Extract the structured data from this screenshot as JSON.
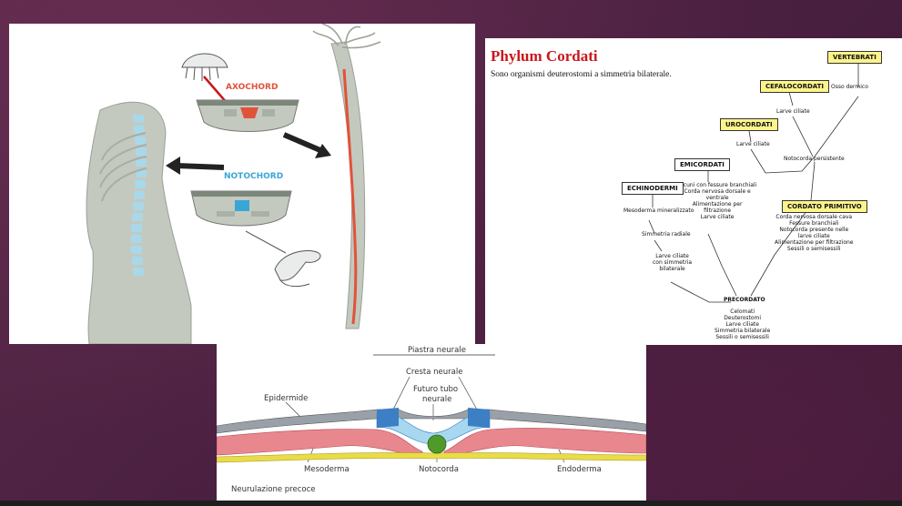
{
  "chord_panel": {
    "axochord_label": "AXOCHORD",
    "notochord_label": "NOTOCHORD",
    "colors": {
      "axochord": "#e0533a",
      "notochord": "#3aa6d6",
      "tissue": "#c3c9bf",
      "spine": "#a9d8ea"
    }
  },
  "phylum": {
    "title": "Phylum Cordati",
    "subtitle": "Sono organismi deuterostomi a simmetria bilaterale.",
    "nodes": {
      "vertebrati": "VERTEBRATI",
      "osso_dermico": "Osso dermico",
      "cefalocordati": "CEFALOCORDATI",
      "larve_ciliate_1": "Larve ciliate",
      "urocordati": "UROCORDATI",
      "larve_ciliate_2": "Larve ciliate",
      "notocorda_persistente": "Notocorda persistente",
      "emicordati": "EMICORDATI",
      "emicordati_traits": [
        "Alcuni con fessure branchiali",
        "Corda nervosa dorsale e",
        "ventrale",
        "Alimentazione per",
        "filtrazione",
        "Larve ciliate"
      ],
      "echinodermi": "ECHINODERMI",
      "mesoderma_mineralizzato": "Mesoderma mineralizzato",
      "simmetria_radiale": "Simmetria radiale",
      "larve_simmetria": [
        "Larve ciliate",
        "con simmetria",
        "bilaterale"
      ],
      "cordato_primitivo": "CORDATO PRIMITIVO",
      "cordato_traits": [
        "Corda nervosa dorsale cava",
        "Fessure branchiali",
        "Notocorda presente nelle",
        "larve ciliate",
        "Alimentazione per filtrazione",
        "Sessili o semisessili"
      ],
      "precordato": "PRECORDATO",
      "precordato_traits": [
        "Celomati",
        "Deuterostomi",
        "Larve ciliate",
        "Simmetria bilaterale",
        "Sessili o semisessili"
      ]
    }
  },
  "neural": {
    "piastra": "Piastra neurale",
    "cresta": "Cresta neurale",
    "futuro_l1": "Futuro tubo",
    "futuro_l2": "neurale",
    "epidermide": "Epidermide",
    "mesoderma": "Mesoderma",
    "notocorda": "Notocorda",
    "endoderma": "Endoderma",
    "caption": "Neurulazione precoce",
    "colors": {
      "epidermis": "#9aa0a8",
      "neural": "#a7d8ef",
      "crest": "#3c7fc4",
      "mesoderm": "#e9878f",
      "endoderm": "#e9dc4a",
      "notochord": "#4f9a2b"
    }
  }
}
